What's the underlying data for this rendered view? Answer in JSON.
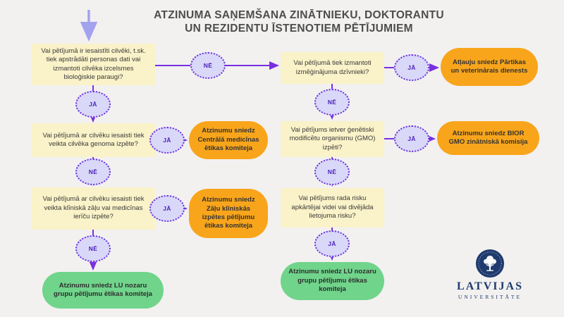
{
  "title": {
    "line1": "ATZINUMA SAŅEMŠANA ZINĀTNIEKU, DOKTORANTU",
    "line2": "UN REZIDENTU ĪSTENOTIEM PĒTĪJUMIEM"
  },
  "labels": {
    "yes": "JĀ",
    "no": "NĒ"
  },
  "questions": {
    "humans_involved": "Vai pētījumā ir iesaistīti cilvēki, t.sk. tiek apstrādāti personas dati vai izmantoti cilvēka izcelsmes bioloģiskie paraugi?",
    "genome_research": "Vai pētījumā ar cilvēku iesaisti tiek veikta cilvēka genoma izpēte?",
    "clinical_trial": "Vai pētījumā ar cilvēku iesaisti tiek veikta klīniskā zāļu vai medicīnas ierīču izpēte?",
    "animals_used": "Vai pētījumā tiek izmantoti izmēģinājuma dzīvnieki?",
    "gmo_research": "Vai pētījums ietver ģenētiski modificētu organismu (GMO) izpēti?",
    "environment_risk": "Vai pētījums rada risku apkārtējai videi vai divējāda lietojuma risku?"
  },
  "outcomes": {
    "central_medical": "Atzinumu sniedz Centrālā medicīnas ētikas komiteja",
    "clinical_committee": "Atzinumu sniedz Zāļu klīniskās izpētes pētījumu ētikas komiteja",
    "food_veterinary": "Atļauju sniedz Pārtikas un veterinārais dienests",
    "bior_gmo": "Atzinumu sniedz BIOR GMO zinātniskā komisija",
    "lu_ethics": "Atzinumu sniedz LU nozaru grupu pētījumu ētikas komiteja"
  },
  "logo": {
    "name": "LATVIJAS",
    "subtitle": "UNIVERSITĀTE"
  },
  "colors": {
    "background": "#f2f1f0",
    "question_bg": "#faf2c8",
    "outcome_orange": "#f9a51b",
    "outcome_green": "#70d48b",
    "decision_fill": "#d9d8f8",
    "decision_border": "#6b30dc",
    "connector": "#7a2fe0",
    "start_arrow": "#a3a2ef",
    "title_text": "#4d4d4d",
    "logo_navy": "#1e3a6e"
  }
}
